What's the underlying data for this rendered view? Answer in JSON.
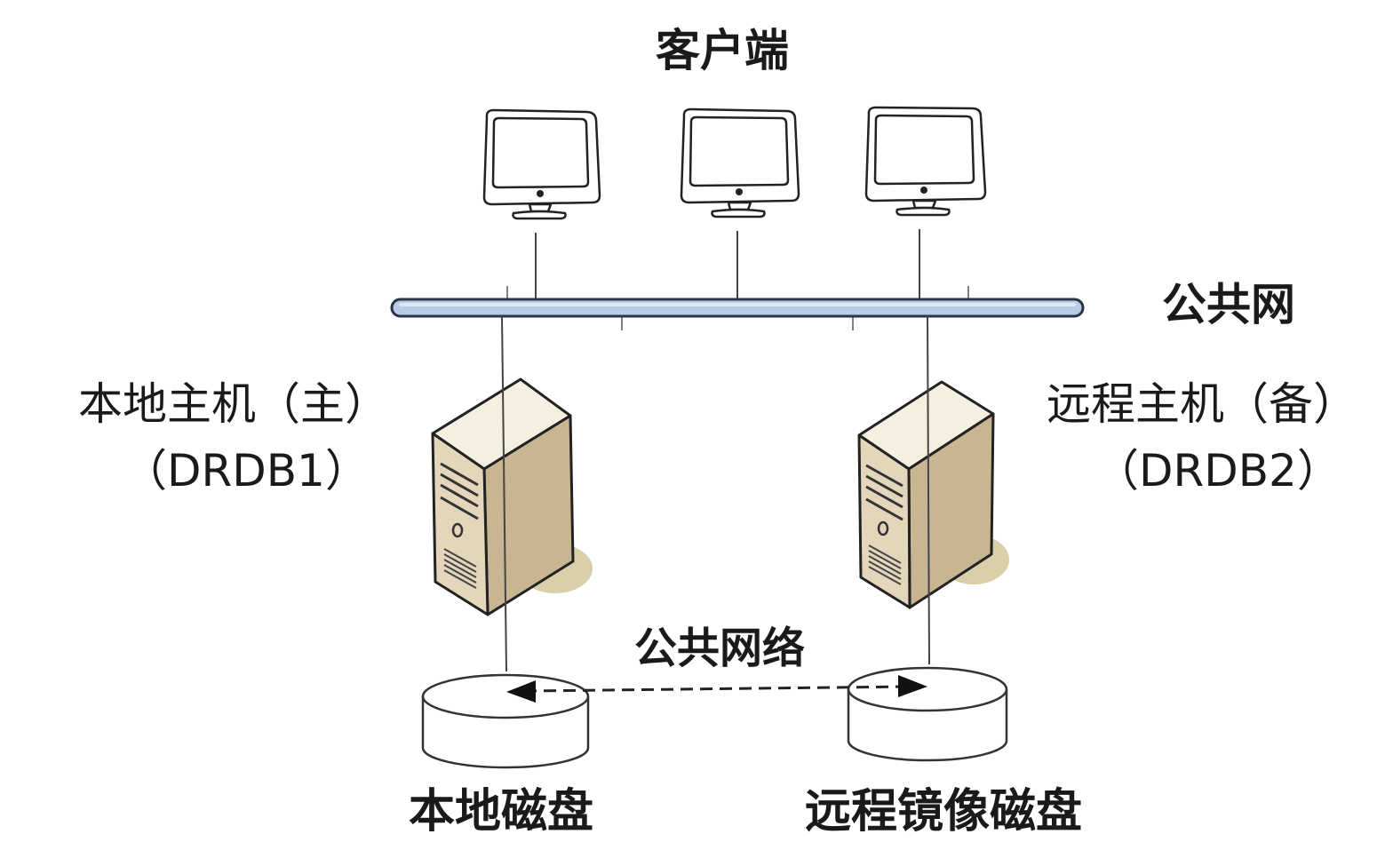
{
  "labels": {
    "clients": "客户端",
    "public_network": "公共网",
    "local_host": "本地主机（主）",
    "local_host_id": "（DRDB1）",
    "remote_host": "远程主机（备）",
    "remote_host_id": "（DRDB2）",
    "replication_network": "公共网络",
    "local_disk": "本地磁盘",
    "remote_disk": "远程镜像磁盘"
  },
  "icons": {
    "client": "monitor-icon",
    "server": "tower-server-icon",
    "disk": "disk-cylinder-icon"
  },
  "colors": {
    "network_bar_fill": "#b9cbe6",
    "network_bar_stroke": "#2b3445",
    "server_body": "#e3d6bb",
    "server_side": "#c8b591",
    "server_shadow": "#d9cfa9",
    "line": "#333333"
  }
}
